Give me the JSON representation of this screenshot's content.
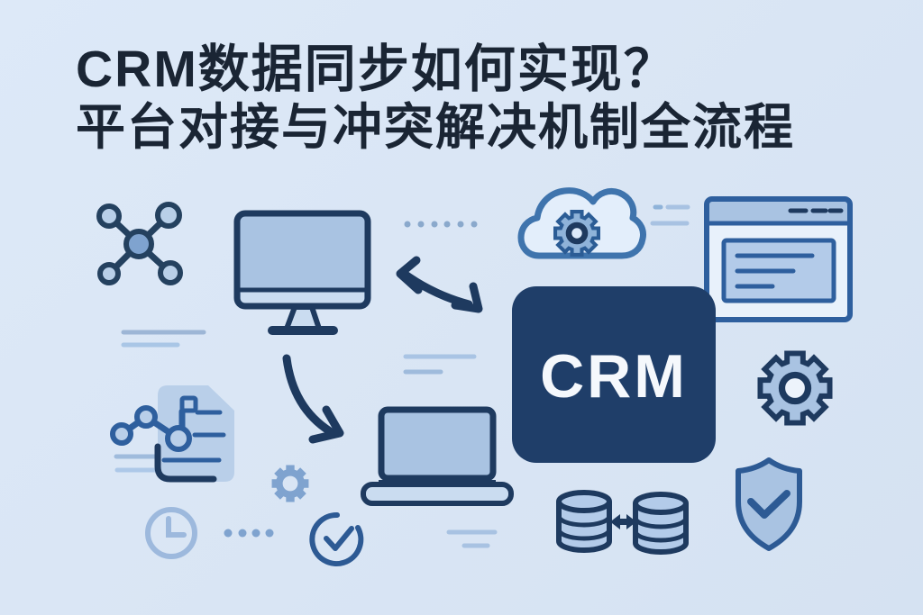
{
  "title": {
    "line1": "CRM数据同步如何实现？",
    "line2": "平台对接与冲突解决机制全流程"
  },
  "crm_box": {
    "label": "CRM"
  },
  "icons": [
    "network-nodes-icon",
    "desktop-monitor-icon",
    "sync-arrows-icon",
    "cloud-gear-icon",
    "browser-window-icon",
    "crm-box",
    "flow-arrow-icon",
    "laptop-icon",
    "report-document-icon",
    "clock-icon",
    "small-gear-icon",
    "check-circle-icon",
    "database-sync-icon",
    "large-gear-icon",
    "shield-check-icon"
  ],
  "colors": {
    "background": "#d9e5f4",
    "title_text": "#1a2534",
    "navy_outline": "#1e3a5f",
    "medium_blue_fill": "#a9c3e2",
    "light_blue_fill": "#cadcf0",
    "panel_blue": "#b3cbe9",
    "accent_blue": "#7fa3cf",
    "pale_line": "#a9c4e4",
    "cloud_outline": "#3f74ad",
    "mid_outline": "#2e5f9e",
    "crm_box_fill": "#1f3e69",
    "crm_text": "#f5f8fc"
  }
}
